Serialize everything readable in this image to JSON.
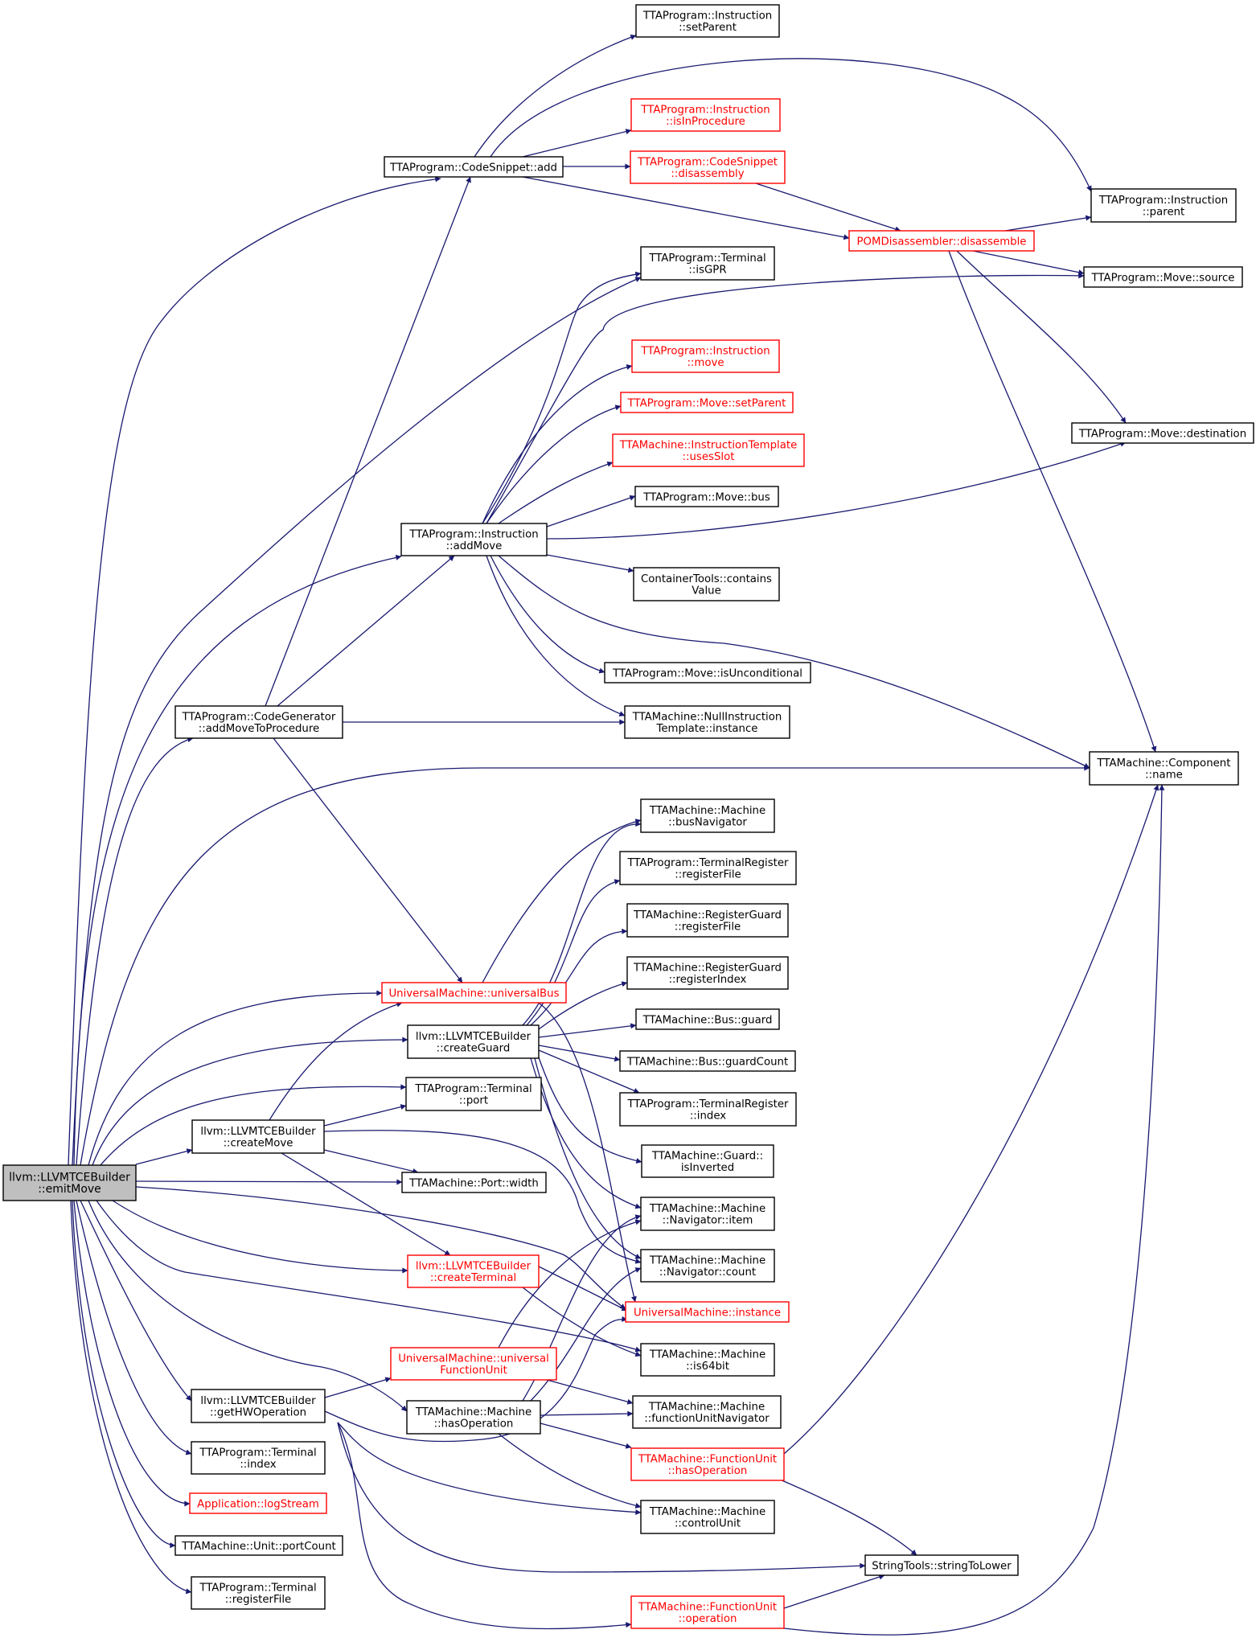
{
  "graph": {
    "nodes": [
      {
        "id": "emitMove",
        "lines": [
          "llvm::LLVMTCEBuilder",
          "::emitMove"
        ],
        "root": true,
        "red": false
      },
      {
        "id": "setParentInstr",
        "lines": [
          "TTAProgram::Instruction",
          "::setParent"
        ],
        "red": false
      },
      {
        "id": "add",
        "lines": [
          "TTAProgram::CodeSnippet::add"
        ],
        "red": false
      },
      {
        "id": "isInProcedure",
        "lines": [
          "TTAProgram::Instruction",
          "::isInProcedure"
        ],
        "red": true
      },
      {
        "id": "disassemblySnippet",
        "lines": [
          "TTAProgram::CodeSnippet",
          "::disassembly"
        ],
        "red": true
      },
      {
        "id": "instrParent",
        "lines": [
          "TTAProgram::Instruction",
          "::parent"
        ],
        "red": false
      },
      {
        "id": "pomDisassemble",
        "lines": [
          "POMDisassembler::disassemble"
        ],
        "red": true
      },
      {
        "id": "isGPR",
        "lines": [
          "TTAProgram::Terminal",
          "::isGPR"
        ],
        "red": false
      },
      {
        "id": "moveSource",
        "lines": [
          "TTAProgram::Move::source"
        ],
        "red": false
      },
      {
        "id": "instrMove",
        "lines": [
          "TTAProgram::Instruction",
          "::move"
        ],
        "red": true
      },
      {
        "id": "moveSetParent",
        "lines": [
          "TTAProgram::Move::setParent"
        ],
        "red": true
      },
      {
        "id": "usesSlot",
        "lines": [
          "TTAMachine::InstructionTemplate",
          "::usesSlot"
        ],
        "red": true
      },
      {
        "id": "moveDestination",
        "lines": [
          "TTAProgram::Move::destination"
        ],
        "red": false
      },
      {
        "id": "moveBus",
        "lines": [
          "TTAProgram::Move::bus"
        ],
        "red": false
      },
      {
        "id": "addMove",
        "lines": [
          "TTAProgram::Instruction",
          "::addMove"
        ],
        "red": false
      },
      {
        "id": "containsValue",
        "lines": [
          "ContainerTools::contains",
          "Value"
        ],
        "red": false
      },
      {
        "id": "isUnconditional",
        "lines": [
          "TTAProgram::Move::isUnconditional"
        ],
        "red": false
      },
      {
        "id": "addMoveToProcedure",
        "lines": [
          "TTAProgram::CodeGenerator",
          "::addMoveToProcedure"
        ],
        "red": false
      },
      {
        "id": "nullInstrTemplate",
        "lines": [
          "TTAMachine::NullInstruction",
          "Template::instance"
        ],
        "red": false
      },
      {
        "id": "componentName",
        "lines": [
          "TTAMachine::Component",
          "::name"
        ],
        "red": false
      },
      {
        "id": "busNavigator",
        "lines": [
          "TTAMachine::Machine",
          "::busNavigator"
        ],
        "red": false
      },
      {
        "id": "termRegRegisterFile",
        "lines": [
          "TTAProgram::TerminalRegister",
          "::registerFile"
        ],
        "red": false
      },
      {
        "id": "regGuardRegisterFile",
        "lines": [
          "TTAMachine::RegisterGuard",
          "::registerFile"
        ],
        "red": false
      },
      {
        "id": "regGuardRegisterIndex",
        "lines": [
          "TTAMachine::RegisterGuard",
          "::registerIndex"
        ],
        "red": false
      },
      {
        "id": "universalBus",
        "lines": [
          "UniversalMachine::universalBus"
        ],
        "red": true
      },
      {
        "id": "busGuard",
        "lines": [
          "TTAMachine::Bus::guard"
        ],
        "red": false
      },
      {
        "id": "createGuard",
        "lines": [
          "llvm::LLVMTCEBuilder",
          "::createGuard"
        ],
        "red": false
      },
      {
        "id": "busGuardCount",
        "lines": [
          "TTAMachine::Bus::guardCount"
        ],
        "red": false
      },
      {
        "id": "terminalPort",
        "lines": [
          "TTAProgram::Terminal",
          "::port"
        ],
        "red": false
      },
      {
        "id": "termRegIndex",
        "lines": [
          "TTAProgram::TerminalRegister",
          "::index"
        ],
        "red": false
      },
      {
        "id": "createMove",
        "lines": [
          "llvm::LLVMTCEBuilder",
          "::createMove"
        ],
        "red": false
      },
      {
        "id": "isInverted",
        "lines": [
          "TTAMachine::Guard::",
          "isInverted"
        ],
        "red": false
      },
      {
        "id": "portWidth",
        "lines": [
          "TTAMachine::Port::width"
        ],
        "red": false
      },
      {
        "id": "navItem",
        "lines": [
          "TTAMachine::Machine",
          "::Navigator::item"
        ],
        "red": false
      },
      {
        "id": "navCount",
        "lines": [
          "TTAMachine::Machine",
          "::Navigator::count"
        ],
        "red": false
      },
      {
        "id": "createTerminal",
        "lines": [
          "llvm::LLVMTCEBuilder",
          "::createTerminal"
        ],
        "red": true
      },
      {
        "id": "umInstance",
        "lines": [
          "UniversalMachine::instance"
        ],
        "red": true
      },
      {
        "id": "universalFU",
        "lines": [
          "UniversalMachine::universal",
          "FunctionUnit"
        ],
        "red": true
      },
      {
        "id": "is64bit",
        "lines": [
          "TTAMachine::Machine",
          "::is64bit"
        ],
        "red": false
      },
      {
        "id": "getHWOperation",
        "lines": [
          "llvm::LLVMTCEBuilder",
          "::getHWOperation"
        ],
        "red": false
      },
      {
        "id": "hasOperationMachine",
        "lines": [
          "TTAMachine::Machine",
          "::hasOperation"
        ],
        "red": false
      },
      {
        "id": "fuNavigator",
        "lines": [
          "TTAMachine::Machine",
          "::functionUnitNavigator"
        ],
        "red": false
      },
      {
        "id": "fuHasOperation",
        "lines": [
          "TTAMachine::FunctionUnit",
          "::hasOperation"
        ],
        "red": true
      },
      {
        "id": "terminalIndex",
        "lines": [
          "TTAProgram::Terminal",
          "::index"
        ],
        "red": false
      },
      {
        "id": "logStream",
        "lines": [
          "Application::logStream"
        ],
        "red": true
      },
      {
        "id": "controlUnit",
        "lines": [
          "TTAMachine::Machine",
          "::controlUnit"
        ],
        "red": false
      },
      {
        "id": "unitPortCount",
        "lines": [
          "TTAMachine::Unit::portCount"
        ],
        "red": false
      },
      {
        "id": "stringToLower",
        "lines": [
          "StringTools::stringToLower"
        ],
        "red": false
      },
      {
        "id": "terminalRegisterFile",
        "lines": [
          "TTAProgram::Terminal",
          "::registerFile"
        ],
        "red": false
      },
      {
        "id": "fuOperation",
        "lines": [
          "TTAMachine::FunctionUnit",
          "::operation"
        ],
        "red": true
      }
    ],
    "edges": [
      [
        "emitMove",
        "add"
      ],
      [
        "emitMove",
        "isGPR"
      ],
      [
        "emitMove",
        "addMove"
      ],
      [
        "emitMove",
        "addMoveToProcedure"
      ],
      [
        "emitMove",
        "componentName"
      ],
      [
        "emitMove",
        "universalBus"
      ],
      [
        "emitMove",
        "createGuard"
      ],
      [
        "emitMove",
        "terminalPort"
      ],
      [
        "emitMove",
        "createMove"
      ],
      [
        "emitMove",
        "portWidth"
      ],
      [
        "emitMove",
        "createTerminal"
      ],
      [
        "emitMove",
        "umInstance"
      ],
      [
        "emitMove",
        "is64bit"
      ],
      [
        "emitMove",
        "hasOperationMachine"
      ],
      [
        "emitMove",
        "getHWOperation"
      ],
      [
        "emitMove",
        "terminalIndex"
      ],
      [
        "emitMove",
        "logStream"
      ],
      [
        "emitMove",
        "unitPortCount"
      ],
      [
        "emitMove",
        "terminalRegisterFile"
      ],
      [
        "add",
        "setParentInstr"
      ],
      [
        "add",
        "isInProcedure"
      ],
      [
        "add",
        "disassemblySnippet"
      ],
      [
        "add",
        "instrParent"
      ],
      [
        "add",
        "pomDisassemble"
      ],
      [
        "disassemblySnippet",
        "pomDisassemble"
      ],
      [
        "pomDisassemble",
        "instrParent"
      ],
      [
        "pomDisassemble",
        "moveSource"
      ],
      [
        "pomDisassemble",
        "moveDestination"
      ],
      [
        "pomDisassemble",
        "componentName"
      ],
      [
        "addMove",
        "isGPR"
      ],
      [
        "addMove",
        "moveSource"
      ],
      [
        "addMove",
        "instrMove"
      ],
      [
        "addMove",
        "moveSetParent"
      ],
      [
        "addMove",
        "usesSlot"
      ],
      [
        "addMove",
        "moveDestination"
      ],
      [
        "addMove",
        "moveBus"
      ],
      [
        "addMove",
        "containsValue"
      ],
      [
        "addMove",
        "isUnconditional"
      ],
      [
        "addMove",
        "nullInstrTemplate"
      ],
      [
        "addMove",
        "componentName"
      ],
      [
        "addMoveToProcedure",
        "add"
      ],
      [
        "addMoveToProcedure",
        "addMove"
      ],
      [
        "addMoveToProcedure",
        "nullInstrTemplate"
      ],
      [
        "addMoveToProcedure",
        "universalBus"
      ],
      [
        "universalBus",
        "busNavigator"
      ],
      [
        "universalBus",
        "umInstance"
      ],
      [
        "createGuard",
        "busNavigator"
      ],
      [
        "createGuard",
        "termRegRegisterFile"
      ],
      [
        "createGuard",
        "regGuardRegisterFile"
      ],
      [
        "createGuard",
        "regGuardRegisterIndex"
      ],
      [
        "createGuard",
        "busGuard"
      ],
      [
        "createGuard",
        "busGuardCount"
      ],
      [
        "createGuard",
        "termRegIndex"
      ],
      [
        "createGuard",
        "isInverted"
      ],
      [
        "createGuard",
        "navItem"
      ],
      [
        "createGuard",
        "navCount"
      ],
      [
        "createMove",
        "universalBus"
      ],
      [
        "createMove",
        "terminalPort"
      ],
      [
        "createMove",
        "portWidth"
      ],
      [
        "createMove",
        "createTerminal"
      ],
      [
        "createMove",
        "navCount"
      ],
      [
        "createTerminal",
        "umInstance"
      ],
      [
        "createTerminal",
        "is64bit"
      ],
      [
        "universalFU",
        "navItem"
      ],
      [
        "universalFU",
        "fuNavigator"
      ],
      [
        "getHWOperation",
        "universalFU"
      ],
      [
        "getHWOperation",
        "umInstance"
      ],
      [
        "getHWOperation",
        "controlUnit"
      ],
      [
        "getHWOperation",
        "stringToLower"
      ],
      [
        "getHWOperation",
        "fuOperation"
      ],
      [
        "hasOperationMachine",
        "navItem"
      ],
      [
        "hasOperationMachine",
        "navCount"
      ],
      [
        "hasOperationMachine",
        "fuNavigator"
      ],
      [
        "hasOperationMachine",
        "fuHasOperation"
      ],
      [
        "hasOperationMachine",
        "controlUnit"
      ],
      [
        "fuHasOperation",
        "componentName"
      ],
      [
        "fuHasOperation",
        "stringToLower"
      ],
      [
        "fuOperation",
        "stringToLower"
      ],
      [
        "fuOperation",
        "componentName"
      ]
    ]
  }
}
